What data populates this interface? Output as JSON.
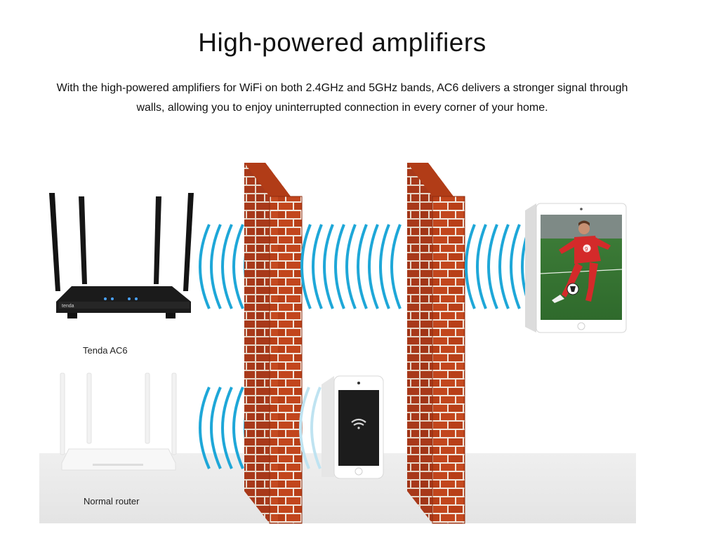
{
  "header": {
    "title": "High-powered amplifiers",
    "description": "With the high-powered amplifiers for WiFi on both 2.4GHz and 5GHz bands, AC6 delivers a stronger signal through walls, allowing you to enjoy uninterrupted connection in every corner of your home."
  },
  "devices": {
    "tenda_label": "Tenda AC6",
    "tenda_brand_mark": "tenda",
    "normal_label": "Normal router",
    "tablet_jersey_number": "9"
  },
  "colors": {
    "wave": "#1ea7d8",
    "wave_faint": "#bfe3f1",
    "brick": "#c2461d",
    "brick_dark": "#8e2d10",
    "mortar": "#f1e6dc",
    "floor": "#ececec",
    "router_black": "#1b1b1b",
    "router_white": "#f4f4f4"
  }
}
